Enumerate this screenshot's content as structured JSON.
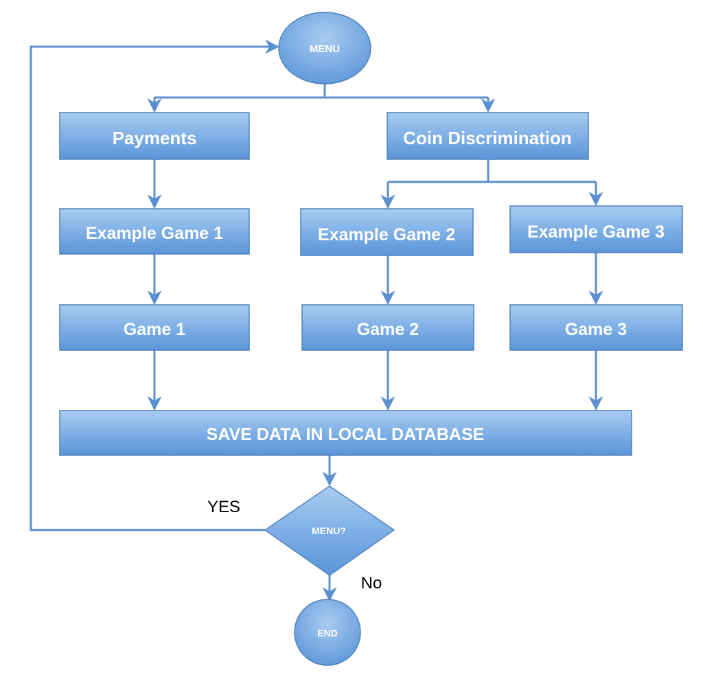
{
  "diagram": {
    "nodes": {
      "menu": "MENU",
      "payments": "Payments",
      "coin_discrimination": "Coin Discrimination",
      "example_game_1": "Example Game 1",
      "example_game_2": "Example Game 2",
      "example_game_3": "Example Game 3",
      "game_1": "Game 1",
      "game_2": "Game 2",
      "game_3": "Game 3",
      "save_data": "SAVE DATA IN LOCAL DATABASE",
      "menu_decision": "MENU?",
      "end": "END"
    },
    "edge_labels": {
      "yes": "YES",
      "no": "No"
    },
    "colors": {
      "fill_light": "#9cc3ec",
      "fill_dark": "#5b95d9",
      "stroke": "#4f81bd",
      "connector": "#5a8fd0"
    }
  }
}
